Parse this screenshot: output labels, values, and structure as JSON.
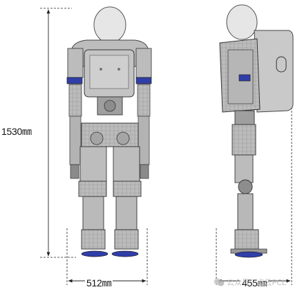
{
  "dimensions": {
    "height": "1530㎜",
    "width": "512㎜",
    "depth": "455㎜"
  },
  "watermark": {
    "text": "公众号 · 点云PCL"
  },
  "colors": {
    "body": "#b9b9b9",
    "body_dark": "#7d7d7d",
    "head": "#e4e4e4",
    "accent_blue": "#2f3ea8",
    "backpack": "#c9c9c9",
    "dimension_line": "#222222"
  }
}
